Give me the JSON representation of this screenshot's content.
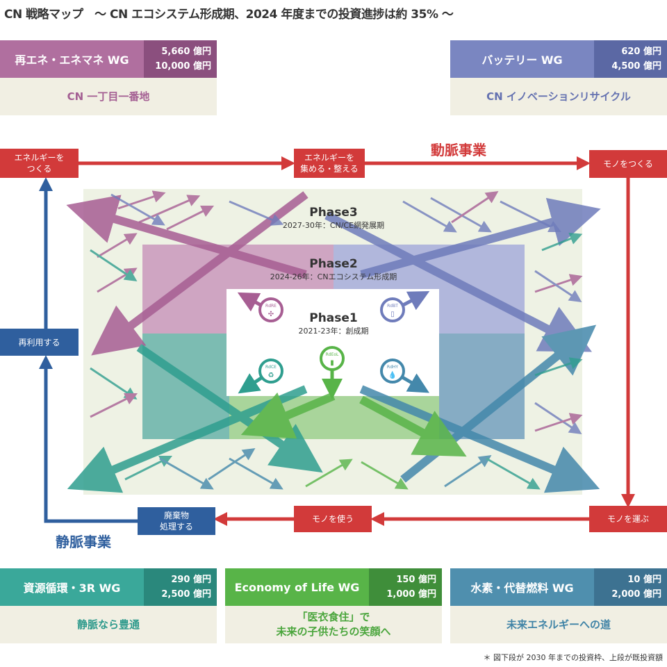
{
  "title": "CN 戦略マップ　～ CN エコシステム形成期、2024 年度までの投資進捗は約 35% ～",
  "wgs": {
    "re": {
      "label": "再エネ・エネマネ WG",
      "amount_done": "5,660 億円",
      "amount_plan": "10,000 億円",
      "slogan": "CN 一丁目一番地",
      "color": "#b06f9f",
      "dark": "#8b4f7e"
    },
    "battery": {
      "label": "バッテリー WG",
      "amount_done": "620 億円",
      "amount_plan": "4,500 億円",
      "slogan": "CN イノベーションリサイクル",
      "color": "#7a86c1",
      "dark": "#5b68a4"
    },
    "circular": {
      "label": "資源循環・3R WG",
      "amount_done": "290 億円",
      "amount_plan": "2,500 億円",
      "slogan": "静脈なら豊通",
      "color": "#3aa89a",
      "dark": "#2a887c"
    },
    "eol": {
      "label": "Economy of Life WG",
      "amount_done": "150 億円",
      "amount_plan": "1,000 億円",
      "slogan_1": "「医衣食住」で",
      "slogan_2": "未来の子供たちの笑顔へ",
      "color": "#58b448",
      "dark": "#3f8e3a"
    },
    "hydrogen": {
      "label": "水素・代替燃料 WG",
      "amount_done": "10 億円",
      "amount_plan": "2,000 億円",
      "slogan": "未来エネルギーへの道",
      "color": "#4f8fae",
      "dark": "#3d7291"
    }
  },
  "flow": {
    "make_energy_1": "エネルギーを",
    "make_energy_2": "つくる",
    "gather_energy_1": "エネルギーを",
    "gather_energy_2": "集める・整える",
    "make_things": "モノをつくる",
    "carry_things": "モノを運ぶ",
    "use_things": "モノを使う",
    "waste_1": "廃棄物",
    "waste_2": "処理する",
    "reuse": "再利用する",
    "arterial": "動脈事業",
    "venous": "静脈事業"
  },
  "phases": {
    "p3": {
      "name": "Phase3",
      "period": "2027-30年：CN/CE網発展期"
    },
    "p2": {
      "name": "Phase2",
      "period": "2024-26年：CNエコシステム形成期"
    },
    "p1": {
      "name": "Phase1",
      "period": "2021-23年：創成期"
    }
  },
  "pins": {
    "re": "RdRE",
    "bt": "RdBT",
    "ce": "RdCE",
    "eol": "RdEoL",
    "hy": "RdHY"
  },
  "note": "＊ 図下段が 2030 年までの投資枠、上段が既投資額"
}
